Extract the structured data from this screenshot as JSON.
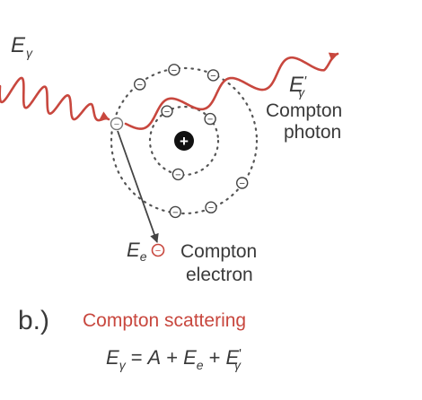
{
  "incoming_photon": {
    "symbol": "E",
    "subscript": "γ"
  },
  "scattered_photon": {
    "symbol": "E",
    "subscript": "γ",
    "prime": "'",
    "label_line1": "Compton",
    "label_line2": "photon"
  },
  "nucleus": {
    "sign": "+"
  },
  "electron": {
    "sign": "−"
  },
  "compton_electron": {
    "symbol": "E",
    "subscript": "e",
    "label_line1": "Compton",
    "label_line2": "electron"
  },
  "caption": {
    "part": "b.)",
    "title": "Compton scattering"
  },
  "equation": {
    "lhs_symbol": "E",
    "lhs_sub": "γ",
    "equals": "=",
    "term_a": "A",
    "plus": "+",
    "term_e_symbol": "E",
    "term_e_sub": "e",
    "term_g_symbol": "E",
    "term_g_sub": "γ",
    "term_g_prime": "'"
  },
  "colors": {
    "photon": "#c8473e",
    "text": "#3a3a3a",
    "orbit": "#555555"
  }
}
